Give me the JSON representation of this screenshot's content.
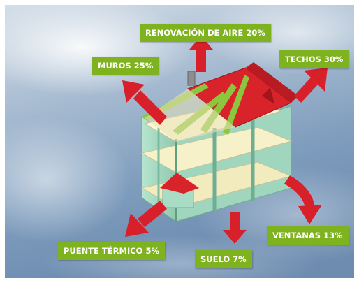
{
  "labels": {
    "air_renewal": "RENOVACIÓN DE AIRE 20%",
    "walls": "MUROS 25%",
    "roofs": "TECHOS 30%",
    "thermal_bridge": "PUENTE TÉRMICO 5%",
    "floor": "SUELO 7%",
    "windows": "VENTANAS 13%"
  },
  "colors": {
    "label_background": "#7fb21f",
    "label_text": "#ffffff",
    "arrow": "#d8202a",
    "roof": "#d9232b",
    "walls": "#a9dcc4",
    "floor_slabs": "#f6f1c8",
    "roof_beams": "#8cc63f",
    "sky": "#8fa9c4"
  },
  "icons": [
    "house-cutaway-illustration",
    "heat-loss-arrow"
  ]
}
